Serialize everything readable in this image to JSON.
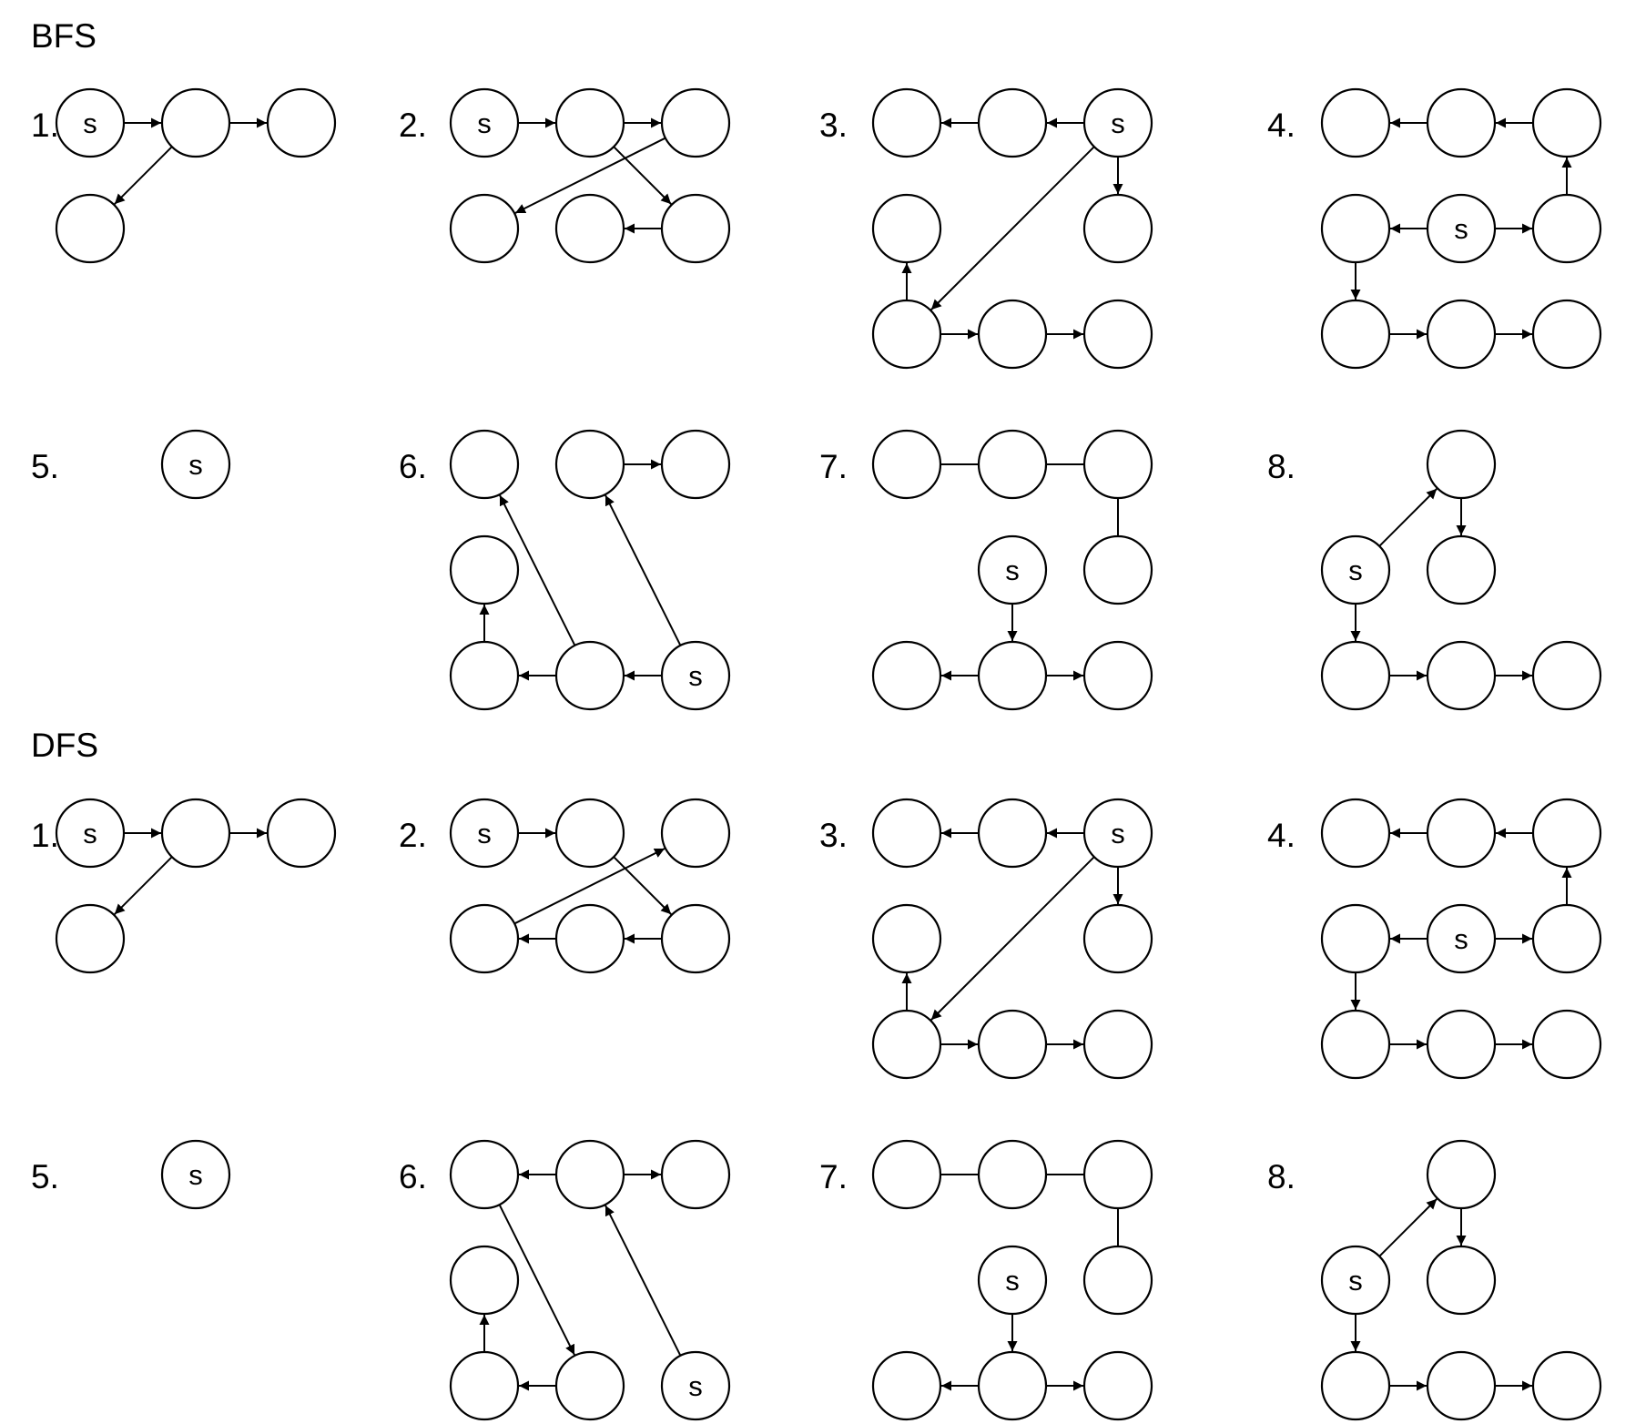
{
  "sections": [
    {
      "title": "BFS",
      "panels": [
        {
          "label": "1.",
          "nodes": [
            [
              "a",
              "s"
            ],
            [
              "b",
              ""
            ],
            [
              "c",
              ""
            ],
            [
              "d",
              ""
            ]
          ],
          "edges": [
            [
              "a",
              "b",
              1
            ],
            [
              "a",
              "c",
              1
            ],
            [
              "b",
              "d",
              1
            ]
          ]
        },
        {
          "label": "2.",
          "nodes": [
            [
              "a",
              "s"
            ],
            [
              "b",
              ""
            ],
            [
              "c",
              ""
            ],
            [
              "d",
              ""
            ],
            [
              "e",
              ""
            ],
            [
              "f",
              ""
            ]
          ],
          "edges": [
            [
              "a",
              "b",
              1
            ],
            [
              "a",
              "c",
              1
            ],
            [
              "b",
              "f",
              1
            ],
            [
              "c",
              "d",
              1
            ],
            [
              "f",
              "e",
              1
            ]
          ]
        },
        {
          "label": "3.",
          "nodes": [
            [
              "a",
              ""
            ],
            [
              "b",
              ""
            ],
            [
              "c",
              "s"
            ],
            [
              "d",
              ""
            ],
            [
              "f",
              ""
            ],
            [
              "g",
              ""
            ],
            [
              "h",
              ""
            ],
            [
              "i",
              ""
            ]
          ],
          "edges": [
            [
              "c",
              "b",
              1
            ],
            [
              "b",
              "a",
              1
            ],
            [
              "c",
              "f",
              1
            ],
            [
              "c",
              "g",
              1
            ],
            [
              "g",
              "d",
              1
            ],
            [
              "g",
              "h",
              1
            ],
            [
              "h",
              "i",
              1
            ]
          ]
        },
        {
          "label": "4.",
          "nodes": [
            [
              "a",
              ""
            ],
            [
              "b",
              ""
            ],
            [
              "c",
              ""
            ],
            [
              "d",
              ""
            ],
            [
              "e",
              "s"
            ],
            [
              "f",
              ""
            ],
            [
              "g",
              ""
            ],
            [
              "h",
              ""
            ],
            [
              "i",
              ""
            ]
          ],
          "edges": [
            [
              "e",
              "d",
              1
            ],
            [
              "e",
              "f",
              1
            ],
            [
              "f",
              "c",
              1
            ],
            [
              "c",
              "b",
              1
            ],
            [
              "b",
              "a",
              1
            ],
            [
              "d",
              "g",
              1
            ],
            [
              "g",
              "h",
              1
            ],
            [
              "h",
              "i",
              1
            ]
          ]
        },
        {
          "label": "5.",
          "nodes": [
            [
              "b",
              "s"
            ]
          ],
          "edges": []
        },
        {
          "label": "6.",
          "nodes": [
            [
              "a",
              ""
            ],
            [
              "b",
              ""
            ],
            [
              "c",
              ""
            ],
            [
              "d",
              ""
            ],
            [
              "g",
              ""
            ],
            [
              "h",
              ""
            ],
            [
              "i",
              "s"
            ]
          ],
          "edges": [
            [
              "i",
              "h",
              1
            ],
            [
              "h",
              "g",
              1
            ],
            [
              "g",
              "d",
              1
            ],
            [
              "h",
              "a",
              1
            ],
            [
              "i",
              "b",
              1
            ],
            [
              "b",
              "c",
              1
            ]
          ]
        },
        {
          "label": "7.",
          "nodes": [
            [
              "a",
              ""
            ],
            [
              "b",
              ""
            ],
            [
              "c",
              ""
            ],
            [
              "e",
              "s"
            ],
            [
              "f",
              ""
            ],
            [
              "g",
              ""
            ],
            [
              "h",
              ""
            ],
            [
              "i",
              ""
            ]
          ],
          "edges": [
            [
              "a",
              "b",
              0
            ],
            [
              "b",
              "c",
              0
            ],
            [
              "c",
              "f",
              0
            ],
            [
              "e",
              "h",
              1
            ],
            [
              "h",
              "g",
              1
            ],
            [
              "h",
              "i",
              1
            ]
          ]
        },
        {
          "label": "8.",
          "nodes": [
            [
              "b",
              ""
            ],
            [
              "d",
              "s"
            ],
            [
              "e",
              ""
            ],
            [
              "g",
              ""
            ],
            [
              "h",
              ""
            ],
            [
              "i",
              ""
            ]
          ],
          "edges": [
            [
              "d",
              "b",
              1
            ],
            [
              "b",
              "e",
              1
            ],
            [
              "d",
              "g",
              1
            ],
            [
              "g",
              "h",
              1
            ],
            [
              "h",
              "i",
              1
            ]
          ]
        }
      ]
    },
    {
      "title": "DFS",
      "panels": [
        {
          "label": "1.",
          "nodes": [
            [
              "a",
              "s"
            ],
            [
              "b",
              ""
            ],
            [
              "c",
              ""
            ],
            [
              "d",
              ""
            ]
          ],
          "edges": [
            [
              "a",
              "b",
              1
            ],
            [
              "a",
              "c",
              1
            ],
            [
              "b",
              "d",
              1
            ]
          ]
        },
        {
          "label": "2.",
          "nodes": [
            [
              "a",
              "s"
            ],
            [
              "b",
              ""
            ],
            [
              "c",
              ""
            ],
            [
              "d",
              ""
            ],
            [
              "e",
              ""
            ],
            [
              "f",
              ""
            ]
          ],
          "edges": [
            [
              "a",
              "b",
              1
            ],
            [
              "b",
              "f",
              1
            ],
            [
              "f",
              "e",
              1
            ],
            [
              "e",
              "d",
              1
            ],
            [
              "d",
              "c",
              1
            ]
          ]
        },
        {
          "label": "3.",
          "nodes": [
            [
              "a",
              ""
            ],
            [
              "b",
              ""
            ],
            [
              "c",
              "s"
            ],
            [
              "d",
              ""
            ],
            [
              "f",
              ""
            ],
            [
              "g",
              ""
            ],
            [
              "h",
              ""
            ],
            [
              "i",
              ""
            ]
          ],
          "edges": [
            [
              "c",
              "b",
              1
            ],
            [
              "b",
              "a",
              1
            ],
            [
              "c",
              "f",
              1
            ],
            [
              "c",
              "g",
              1
            ],
            [
              "g",
              "d",
              1
            ],
            [
              "g",
              "h",
              1
            ],
            [
              "h",
              "i",
              1
            ]
          ]
        },
        {
          "label": "4.",
          "nodes": [
            [
              "a",
              ""
            ],
            [
              "b",
              ""
            ],
            [
              "c",
              ""
            ],
            [
              "d",
              ""
            ],
            [
              "e",
              "s"
            ],
            [
              "f",
              ""
            ],
            [
              "g",
              ""
            ],
            [
              "h",
              ""
            ],
            [
              "i",
              ""
            ]
          ],
          "edges": [
            [
              "e",
              "d",
              1
            ],
            [
              "e",
              "f",
              1
            ],
            [
              "f",
              "c",
              1
            ],
            [
              "c",
              "b",
              1
            ],
            [
              "b",
              "a",
              1
            ],
            [
              "d",
              "g",
              1
            ],
            [
              "g",
              "h",
              1
            ],
            [
              "h",
              "i",
              1
            ]
          ]
        },
        {
          "label": "5.",
          "nodes": [
            [
              "b",
              "s"
            ]
          ],
          "edges": []
        },
        {
          "label": "6.",
          "nodes": [
            [
              "a",
              ""
            ],
            [
              "b",
              ""
            ],
            [
              "c",
              ""
            ],
            [
              "d",
              ""
            ],
            [
              "g",
              ""
            ],
            [
              "h",
              ""
            ],
            [
              "i",
              "s"
            ]
          ],
          "edges": [
            [
              "i",
              "b",
              1
            ],
            [
              "b",
              "a",
              1
            ],
            [
              "b",
              "c",
              1
            ],
            [
              "a",
              "h",
              1
            ],
            [
              "h",
              "g",
              1
            ],
            [
              "g",
              "d",
              1
            ]
          ]
        },
        {
          "label": "7.",
          "nodes": [
            [
              "a",
              ""
            ],
            [
              "b",
              ""
            ],
            [
              "c",
              ""
            ],
            [
              "e",
              "s"
            ],
            [
              "f",
              ""
            ],
            [
              "g",
              ""
            ],
            [
              "h",
              ""
            ],
            [
              "i",
              ""
            ]
          ],
          "edges": [
            [
              "a",
              "b",
              0
            ],
            [
              "b",
              "c",
              0
            ],
            [
              "c",
              "f",
              0
            ],
            [
              "e",
              "h",
              1
            ],
            [
              "h",
              "g",
              1
            ],
            [
              "h",
              "i",
              1
            ]
          ]
        },
        {
          "label": "8.",
          "nodes": [
            [
              "b",
              ""
            ],
            [
              "d",
              "s"
            ],
            [
              "e",
              ""
            ],
            [
              "g",
              ""
            ],
            [
              "h",
              ""
            ],
            [
              "i",
              ""
            ]
          ],
          "edges": [
            [
              "d",
              "b",
              1
            ],
            [
              "b",
              "e",
              1
            ],
            [
              "d",
              "g",
              1
            ],
            [
              "g",
              "h",
              1
            ],
            [
              "h",
              "i",
              1
            ]
          ]
        }
      ]
    }
  ]
}
